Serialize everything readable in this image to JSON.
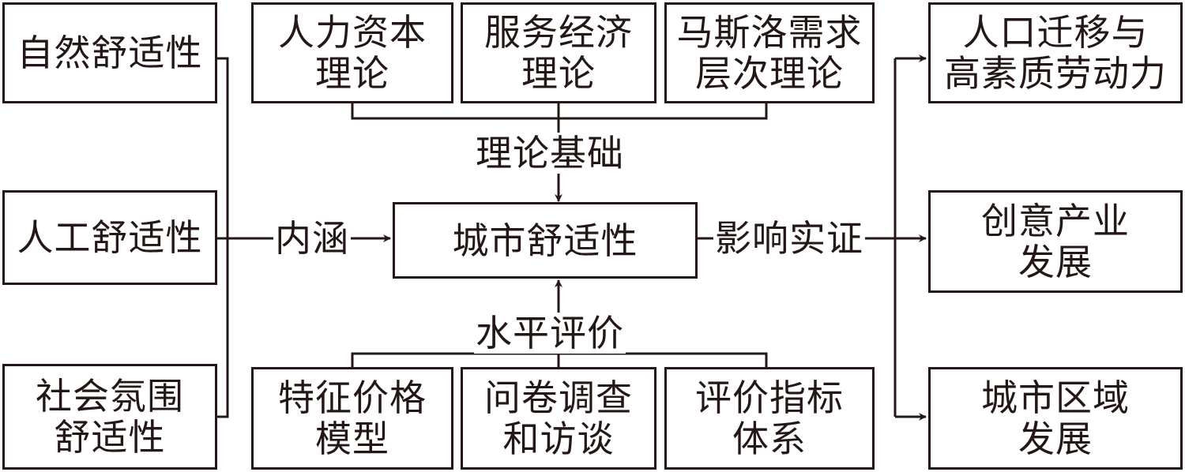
{
  "left": [
    {
      "lines": [
        "自然舒适性"
      ]
    },
    {
      "lines": [
        "人工舒适性"
      ]
    },
    {
      "lines": [
        "社会氛围",
        "舒适性"
      ]
    }
  ],
  "top": [
    {
      "lines": [
        "人力资本",
        "理论"
      ]
    },
    {
      "lines": [
        "服务经济",
        "理论"
      ]
    },
    {
      "lines": [
        "马斯洛需求",
        "层次理论"
      ]
    }
  ],
  "bottom": [
    {
      "lines": [
        "特征价格",
        "模型"
      ]
    },
    {
      "lines": [
        "问卷调查",
        "和访谈"
      ]
    },
    {
      "lines": [
        "评价指标",
        "体系"
      ]
    }
  ],
  "right": [
    {
      "lines": [
        "人口迁移与",
        "高素质劳动力"
      ]
    },
    {
      "lines": [
        "创意产业",
        "发展"
      ]
    },
    {
      "lines": [
        "城市区域",
        "发展"
      ]
    }
  ],
  "center": {
    "lines": [
      "城市舒适性"
    ]
  },
  "labels": {
    "theory": "理论基础",
    "connotation": "内涵",
    "impact": "影响实证",
    "evaluation": "水平评价"
  },
  "colors": {
    "stroke": "#231815",
    "background": "#ffffff"
  }
}
